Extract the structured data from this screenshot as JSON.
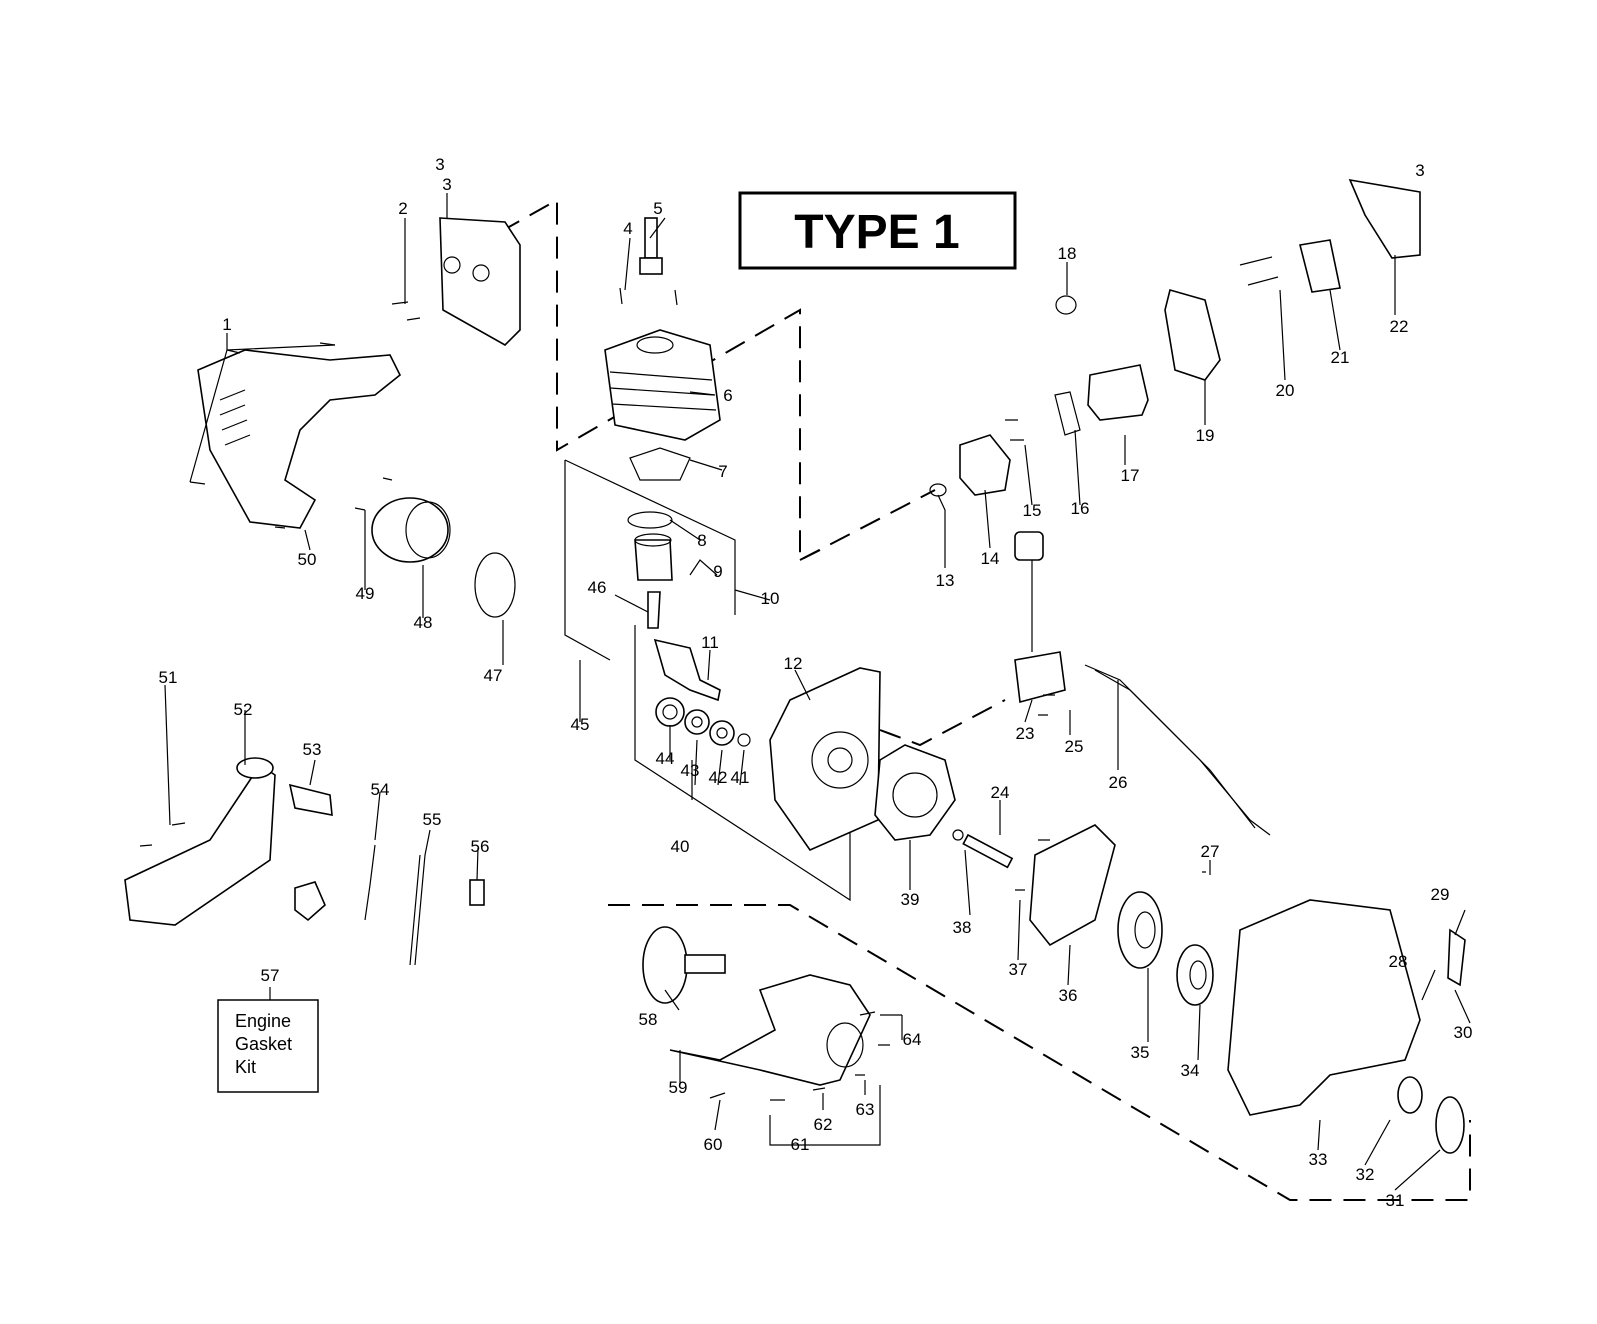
{
  "title": "TYPE 1",
  "kit_label": {
    "number": "57",
    "lines": [
      "Engine",
      "Gasket",
      "Kit"
    ]
  },
  "edge_marks": [
    "3",
    "3"
  ],
  "callouts": [
    "1",
    "2",
    "3",
    "4",
    "5",
    "6",
    "7",
    "8",
    "9",
    "10",
    "11",
    "12",
    "13",
    "14",
    "15",
    "16",
    "17",
    "18",
    "19",
    "20",
    "21",
    "22",
    "23",
    "24",
    "25",
    "26",
    "27",
    "28",
    "29",
    "30",
    "31",
    "32",
    "33",
    "34",
    "35",
    "36",
    "37",
    "38",
    "39",
    "40",
    "41",
    "42",
    "43",
    "44",
    "45",
    "46",
    "47",
    "48",
    "49",
    "50",
    "51",
    "52",
    "53",
    "54",
    "55",
    "56",
    "58",
    "59",
    "60",
    "61",
    "62",
    "63",
    "64"
  ]
}
